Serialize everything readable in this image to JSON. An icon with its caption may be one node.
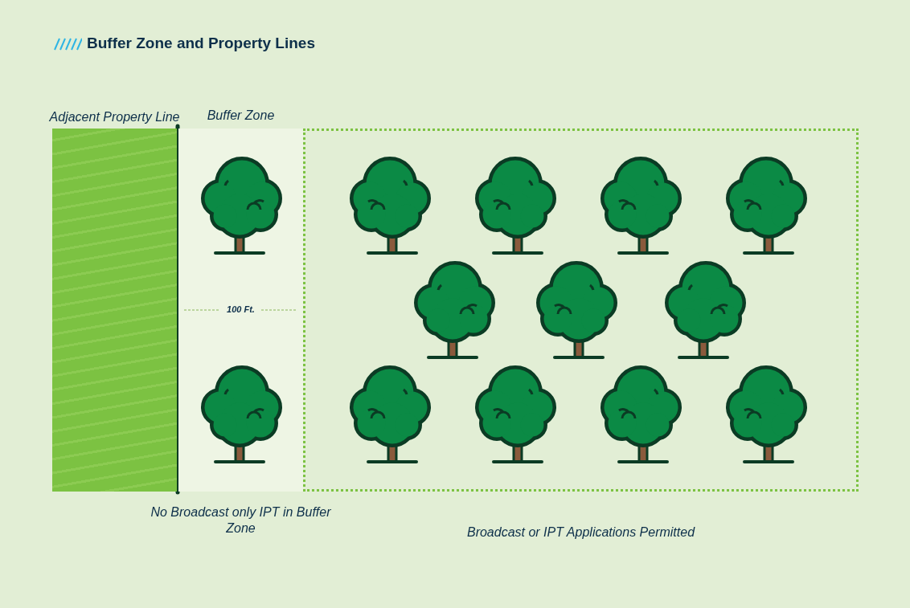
{
  "diagram": {
    "title": "Buffer Zone and Property Lines",
    "nodes": [
      {
        "text": [
          "Adjacent Property Line"
        ]
      },
      {
        "text": [
          "Buffer Zone"
        ],
        "beside": [
          "No Broadcast only IPT in Buffer Zone"
        ]
      },
      {
        "text": [
          "Broadcast or IPT Applications Permitted"
        ]
      }
    ],
    "edges": [],
    "labels": [
      "100 Ft."
    ]
  }
}
